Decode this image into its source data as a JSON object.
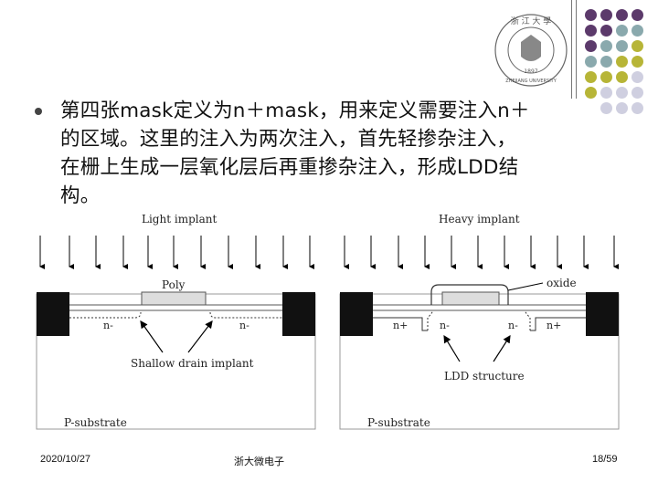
{
  "text": {
    "line1": "第四张mask定义为n＋mask，用来定义需要注入n＋",
    "line2": "的区域。这里的注入为两次注入，首先轻掺杂注入，",
    "line3": "在栅上生成一层氧化层后再重掺杂注入，形成LDD结",
    "line4": "构。"
  },
  "diagram": {
    "left": {
      "implant_label": "Light implant",
      "poly_label": "Poly",
      "n_left": "n-",
      "n_right": "n-",
      "drain_label": "Shallow drain implant",
      "substrate_label": "P-substrate"
    },
    "right": {
      "implant_label": "Heavy implant",
      "oxide_label": "oxide",
      "n_plus_left": "n+",
      "n_minus_left": "n-",
      "n_minus_right": "n-",
      "n_plus_right": "n+",
      "ldd_label": "LDD structure",
      "substrate_label": "P-substrate"
    }
  },
  "logo": {
    "text_top": "浙 江 大 學",
    "text_year": "1897",
    "text_ring": "ZHEJIANG UNIVERSITY"
  },
  "footer": {
    "date": "2020/10/27",
    "center": "浙大微电子",
    "page": "18/59"
  },
  "colors": {
    "purple": "#5c3a6b",
    "teal": "#8aa9ad",
    "olive": "#b7b537",
    "lavender": "#cfcfe0"
  }
}
